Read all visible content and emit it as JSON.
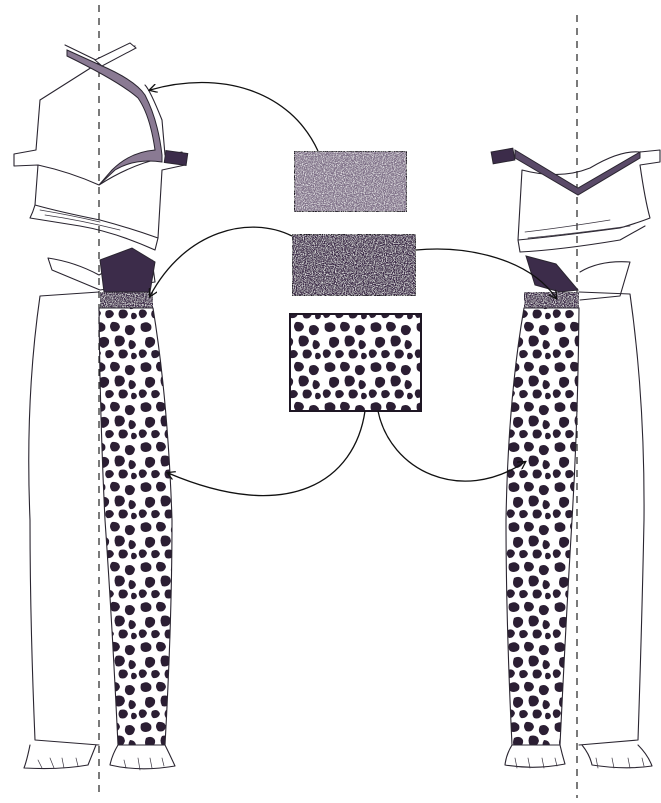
{
  "colors": {
    "background": "#ffffff",
    "outline": "#2a2530",
    "swatch_light_purple": "#7f7088",
    "swatch_dark_purple": "#3c2c4a",
    "leopard_spot": "#2b1e33",
    "leopard_ground": "#ffffff"
  },
  "swatches": [
    {
      "name": "light-purple-fabric",
      "pattern": "speckled"
    },
    {
      "name": "dark-purple-fabric",
      "pattern": "speckled"
    },
    {
      "name": "leopard-print-fabric",
      "pattern": "animal-spots"
    }
  ],
  "views": [
    {
      "name": "front-view",
      "garments": [
        "cross-strap-crop-top",
        "leggings-with-ruffle-hem"
      ]
    },
    {
      "name": "back-view",
      "garments": [
        "cross-strap-crop-top",
        "leggings-with-ruffle-hem"
      ]
    }
  ],
  "connections": [
    {
      "from": "light-purple-fabric",
      "to": "front-top-strap"
    },
    {
      "from": "dark-purple-fabric",
      "to": "front-waistband"
    },
    {
      "from": "dark-purple-fabric",
      "to": "back-waistband"
    },
    {
      "from": "leopard-print-fabric",
      "to": "front-leggings-panel"
    },
    {
      "from": "leopard-print-fabric",
      "to": "back-leggings-panel"
    }
  ]
}
